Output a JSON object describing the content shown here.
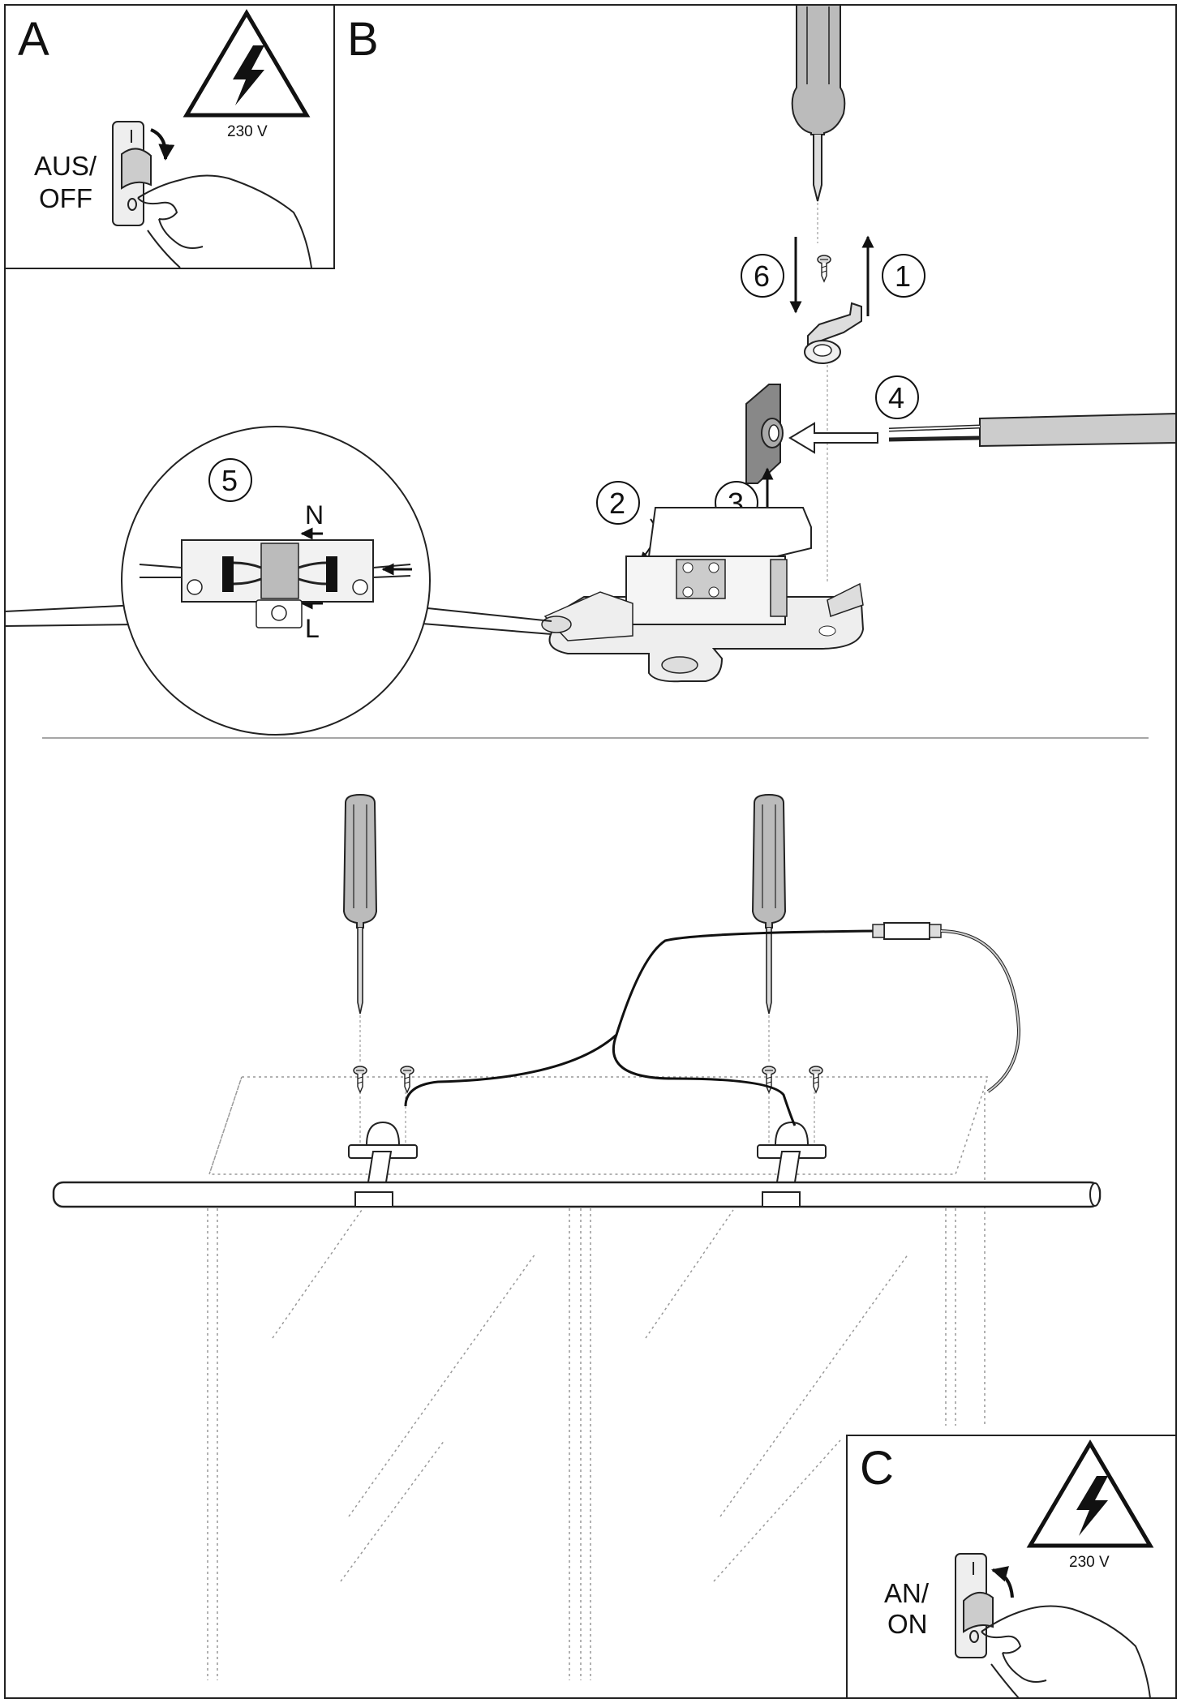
{
  "panel_a": {
    "letter": "A",
    "switch_label_line1": "AUS/",
    "switch_label_line2": "OFF",
    "voltage": "230 V"
  },
  "panel_b": {
    "letter": "B",
    "steps": {
      "s1": "1",
      "s2": "2",
      "s3": "3",
      "s4": "4",
      "s5": "5",
      "s6": "6"
    },
    "neutral_label": "N",
    "live_label": "L"
  },
  "panel_c": {
    "letter": "C",
    "switch_label_line1": "AN/",
    "switch_label_line2": "ON",
    "voltage": "230 V"
  },
  "icons": [
    "high-voltage-warning-icon",
    "wall-switch-icon",
    "hand-icon",
    "screwdriver-icon",
    "screw-icon",
    "arrow-icon"
  ]
}
